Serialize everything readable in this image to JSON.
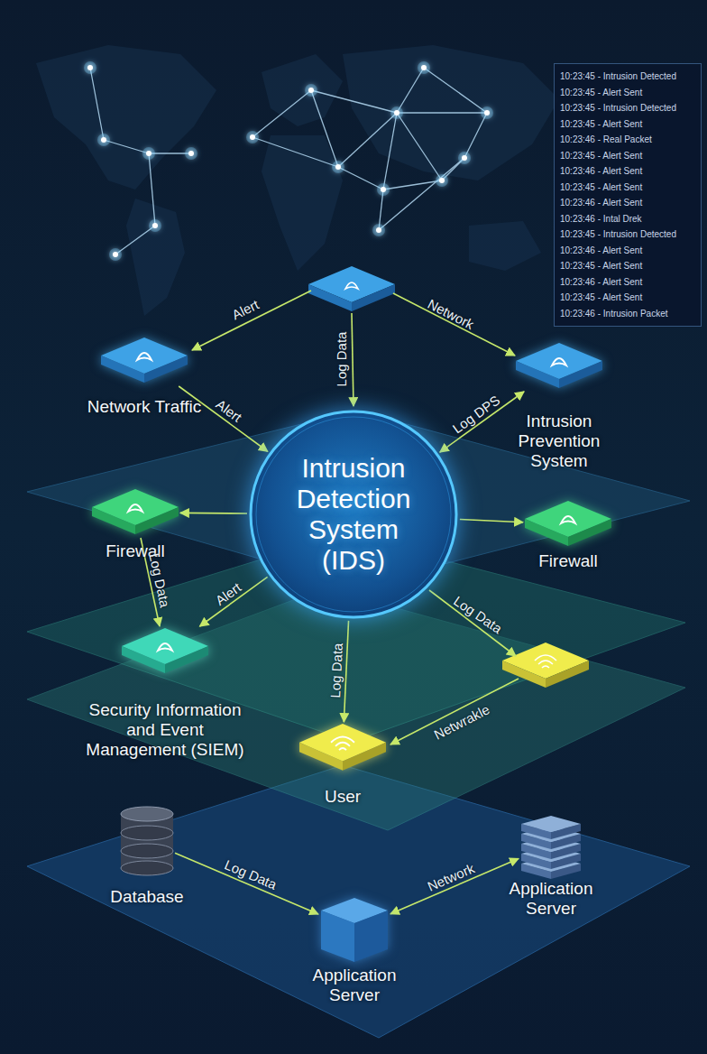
{
  "diagram": {
    "nodes": [
      {
        "text": [
          "10:23:45 - Intrusion Detected",
          "10:23:45 - Alert Sent",
          "10:23:45 - Intrusion Detected",
          "10:23:45 - Alert Sent",
          "10:23:46 - Real Packet",
          "10:23:45 - Alert Sent",
          "10:23:46 - Alert Sent",
          "10:23:45 - Alert Sent",
          "10:23:46 - Alert Sent",
          "10:23:46 - Intal Drek",
          "10:23:45 - Intrusion Detected",
          "10:23:46 - Alert Sent",
          "10:23:45 - Alert Sent",
          "10:23:46 - Alert Sent",
          "10:23:45 - Alert Sent",
          "10:23:46 - Intrusion Packet"
        ]
      },
      {
        "text": [
          "Network Traffic"
        ]
      },
      {
        "text": [
          "Intrusion Prevention System"
        ]
      },
      {
        "text": [
          "Intrusion Detection System (IDS)"
        ]
      },
      {
        "text": [
          "Firewall"
        ]
      },
      {
        "text": [
          "Firewall"
        ]
      },
      {
        "text": [
          "Security Information and Event Management (SIEM)"
        ]
      },
      {
        "text": [
          "User"
        ]
      },
      {
        "text": [
          "Database"
        ]
      },
      {
        "text": [
          "Application Server"
        ]
      },
      {
        "text": [
          "Application Server"
        ]
      }
    ],
    "edges": [
      {
        "from": 1,
        "to": 3,
        "label": "Alert",
        "arrow": "to"
      },
      {
        "from": 2,
        "to": 3,
        "label": "Log DPS",
        "arrow": "both"
      },
      {
        "from": 3,
        "to": 4,
        "arrow": "to"
      },
      {
        "from": 3,
        "to": 5,
        "arrow": "to"
      },
      {
        "from": 4,
        "to": 6,
        "label": "Log Data",
        "arrow": "to"
      },
      {
        "from": 3,
        "to": 6,
        "label": "Alert",
        "arrow": "to"
      },
      {
        "from": 3,
        "to": 7,
        "label": "Log Data",
        "arrow": "to"
      },
      {
        "from": 8,
        "to": 10,
        "label": "Log Data",
        "arrow": "to"
      },
      {
        "from": 10,
        "to": 9,
        "label": "Network",
        "arrow": "both"
      }
    ],
    "labels": [
      "Alert",
      "Log Data",
      "Network",
      "Log Data",
      "Netwrakle"
    ]
  }
}
